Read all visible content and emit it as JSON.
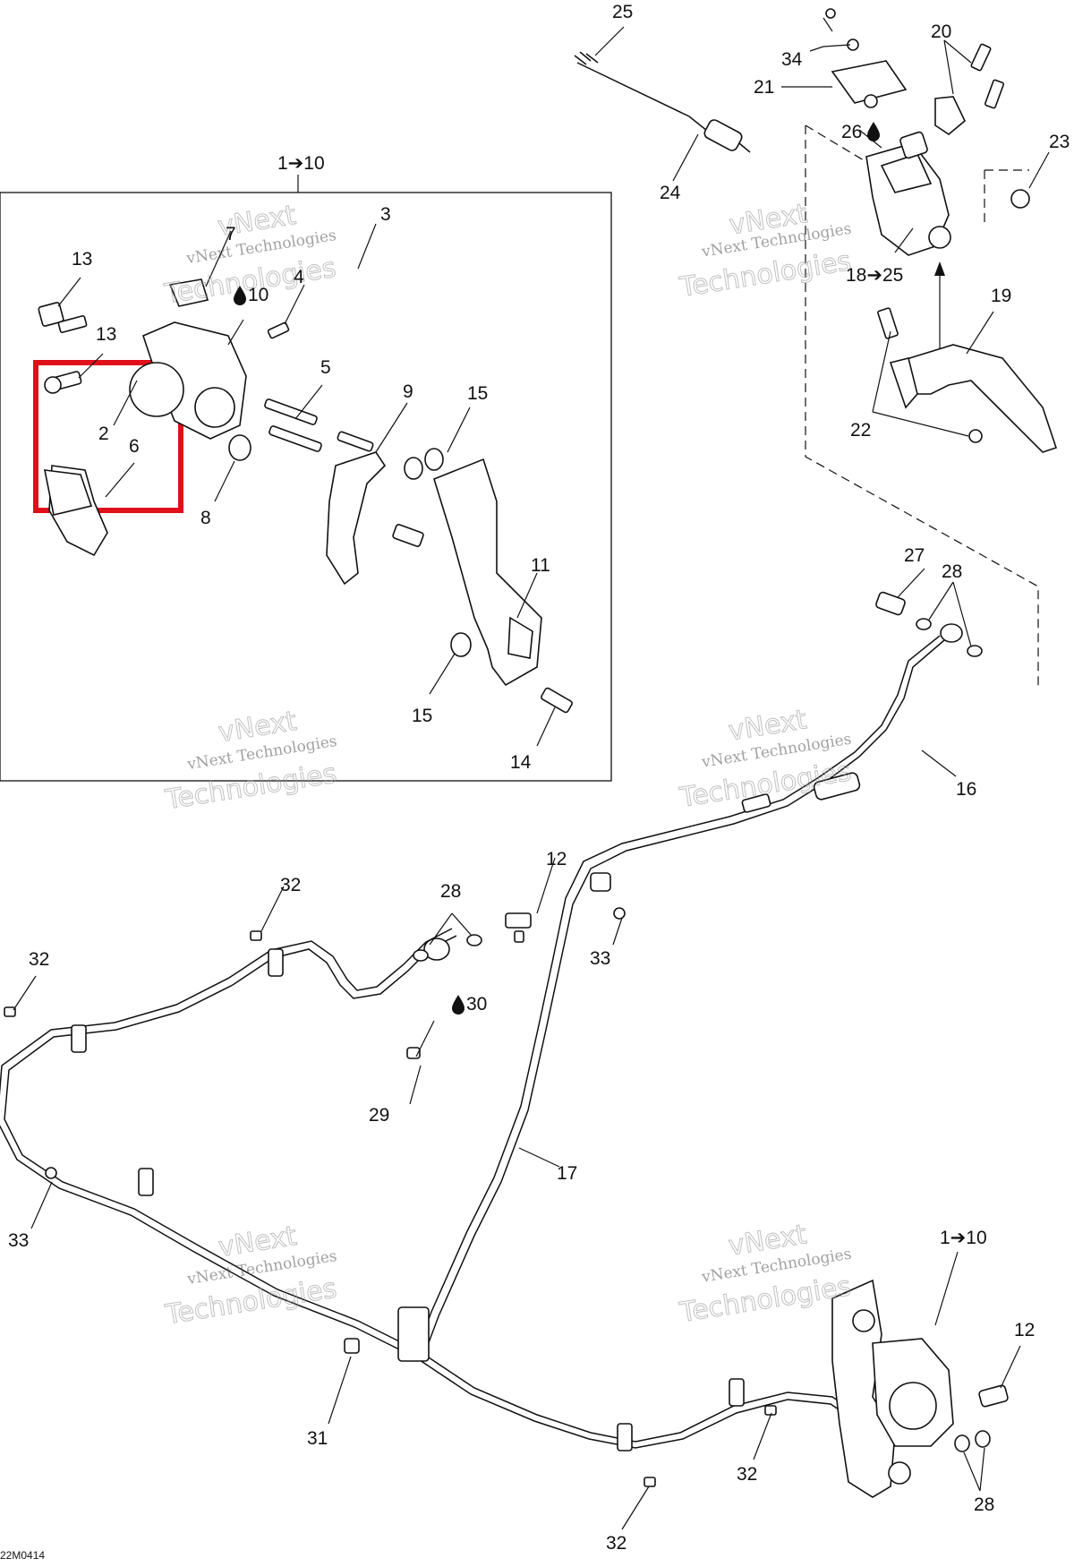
{
  "diagram": {
    "code": "22M0414",
    "watermark_line1": "vNext Technologies",
    "watermark_line2": "Technologies",
    "watermark_big": "vNext",
    "arrow_symbol": "➔",
    "drop_symbol": "💧",
    "highlight_color": "#e0101a",
    "labels": {
      "l_25": "25",
      "l_34": "34",
      "l_20": "20",
      "l_21": "21",
      "l_26": "26",
      "l_23": "23",
      "l_24": "24",
      "l_1_10_top": "1➔10",
      "l_3": "3",
      "l_13a": "13",
      "l_7": "7",
      "l_10": "10",
      "l_4": "4",
      "l_18_25": "18➔25",
      "l_19": "19",
      "l_13b": "13",
      "l_5": "5",
      "l_9": "9",
      "l_15a": "15",
      "l_2": "2",
      "l_6": "6",
      "l_8": "8",
      "l_22": "22",
      "l_27": "27",
      "l_28a": "28",
      "l_11": "11",
      "l_15b": "15",
      "l_14": "14",
      "l_16": "16",
      "l_12a": "12",
      "l_32a": "32",
      "l_28b": "28",
      "l_33a": "33",
      "l_32b": "32",
      "l_30": "30",
      "l_29": "29",
      "l_17": "17",
      "l_33b": "33",
      "l_1_10_bottom": "1➔10",
      "l_12b": "12",
      "l_31": "31",
      "l_32c": "32",
      "l_28c": "28",
      "l_32d": "32"
    }
  }
}
